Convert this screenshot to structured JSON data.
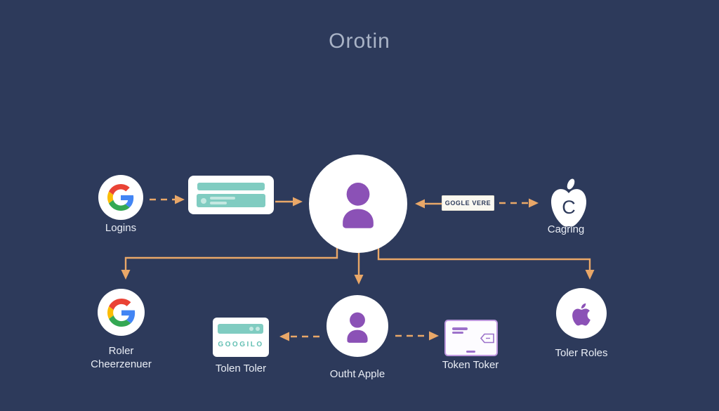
{
  "title": "Orotin",
  "colors": {
    "bg": "#2d3a5b",
    "arrow": "#e9a768",
    "teal": "#80ccc1",
    "teal-light": "#c4e8e1",
    "teal-text": "#62bfb3",
    "purple": "#8b51b6",
    "purple-border": "#c09ae0",
    "purple-line": "#9c71ca",
    "card": "#ffffff",
    "verify-bg": "#faf8f1",
    "label": "#e9edf5",
    "title": "#a9b3c6",
    "navy": "#2d3a5b"
  },
  "top_row": {
    "google": {
      "label": "Logins"
    },
    "verify_box": {
      "text": "GOGLE VERE"
    },
    "apple": {
      "label": "Cagring",
      "monogram": "C"
    }
  },
  "bottom_row": {
    "google": {
      "label1": "Roler",
      "label2": "Cheerzenuer"
    },
    "googilo_card": {
      "brand": "GOOGILO",
      "label": "Tolen Toler"
    },
    "user": {
      "label": "Outht Apple"
    },
    "token_card": {
      "label": "Token Toker"
    },
    "apple": {
      "label": "Toler Roles"
    }
  }
}
